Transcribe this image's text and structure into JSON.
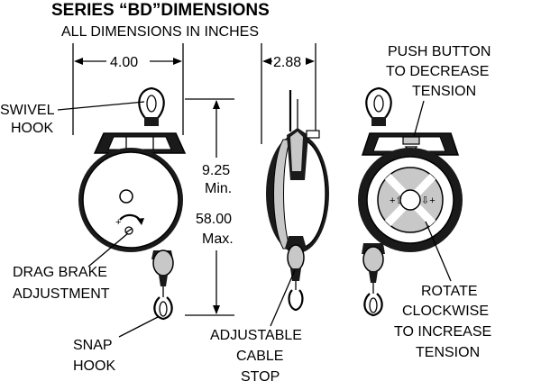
{
  "title": "SERIES “BD”DIMENSIONS",
  "subtitle": "ALL DIMENSIONS IN INCHES",
  "dimensions": {
    "width_front": "4.00",
    "width_side": "2.88",
    "min_length": "9.25",
    "min_label": "Min.",
    "max_length": "58.00",
    "max_label": "Max."
  },
  "labels": {
    "swivel_hook": [
      "SWIVEL",
      "HOOK"
    ],
    "drag_brake": [
      "DRAG BRAKE",
      "ADJUSTMENT"
    ],
    "snap_hook": [
      "SNAP",
      "HOOK"
    ],
    "cable_stop": [
      "ADJUSTABLE",
      "CABLE",
      "STOP"
    ],
    "push_button": [
      "PUSH BUTTON",
      "TO DECREASE",
      "TENSION"
    ],
    "rotate": [
      "ROTATE",
      "CLOCKWISE",
      "TO INCREASE",
      "TENSION"
    ]
  },
  "colors": {
    "line": "#000000",
    "fill_dark": "#1a1a1a",
    "fill_grey": "#c8c8c8",
    "background": "#ffffff"
  }
}
